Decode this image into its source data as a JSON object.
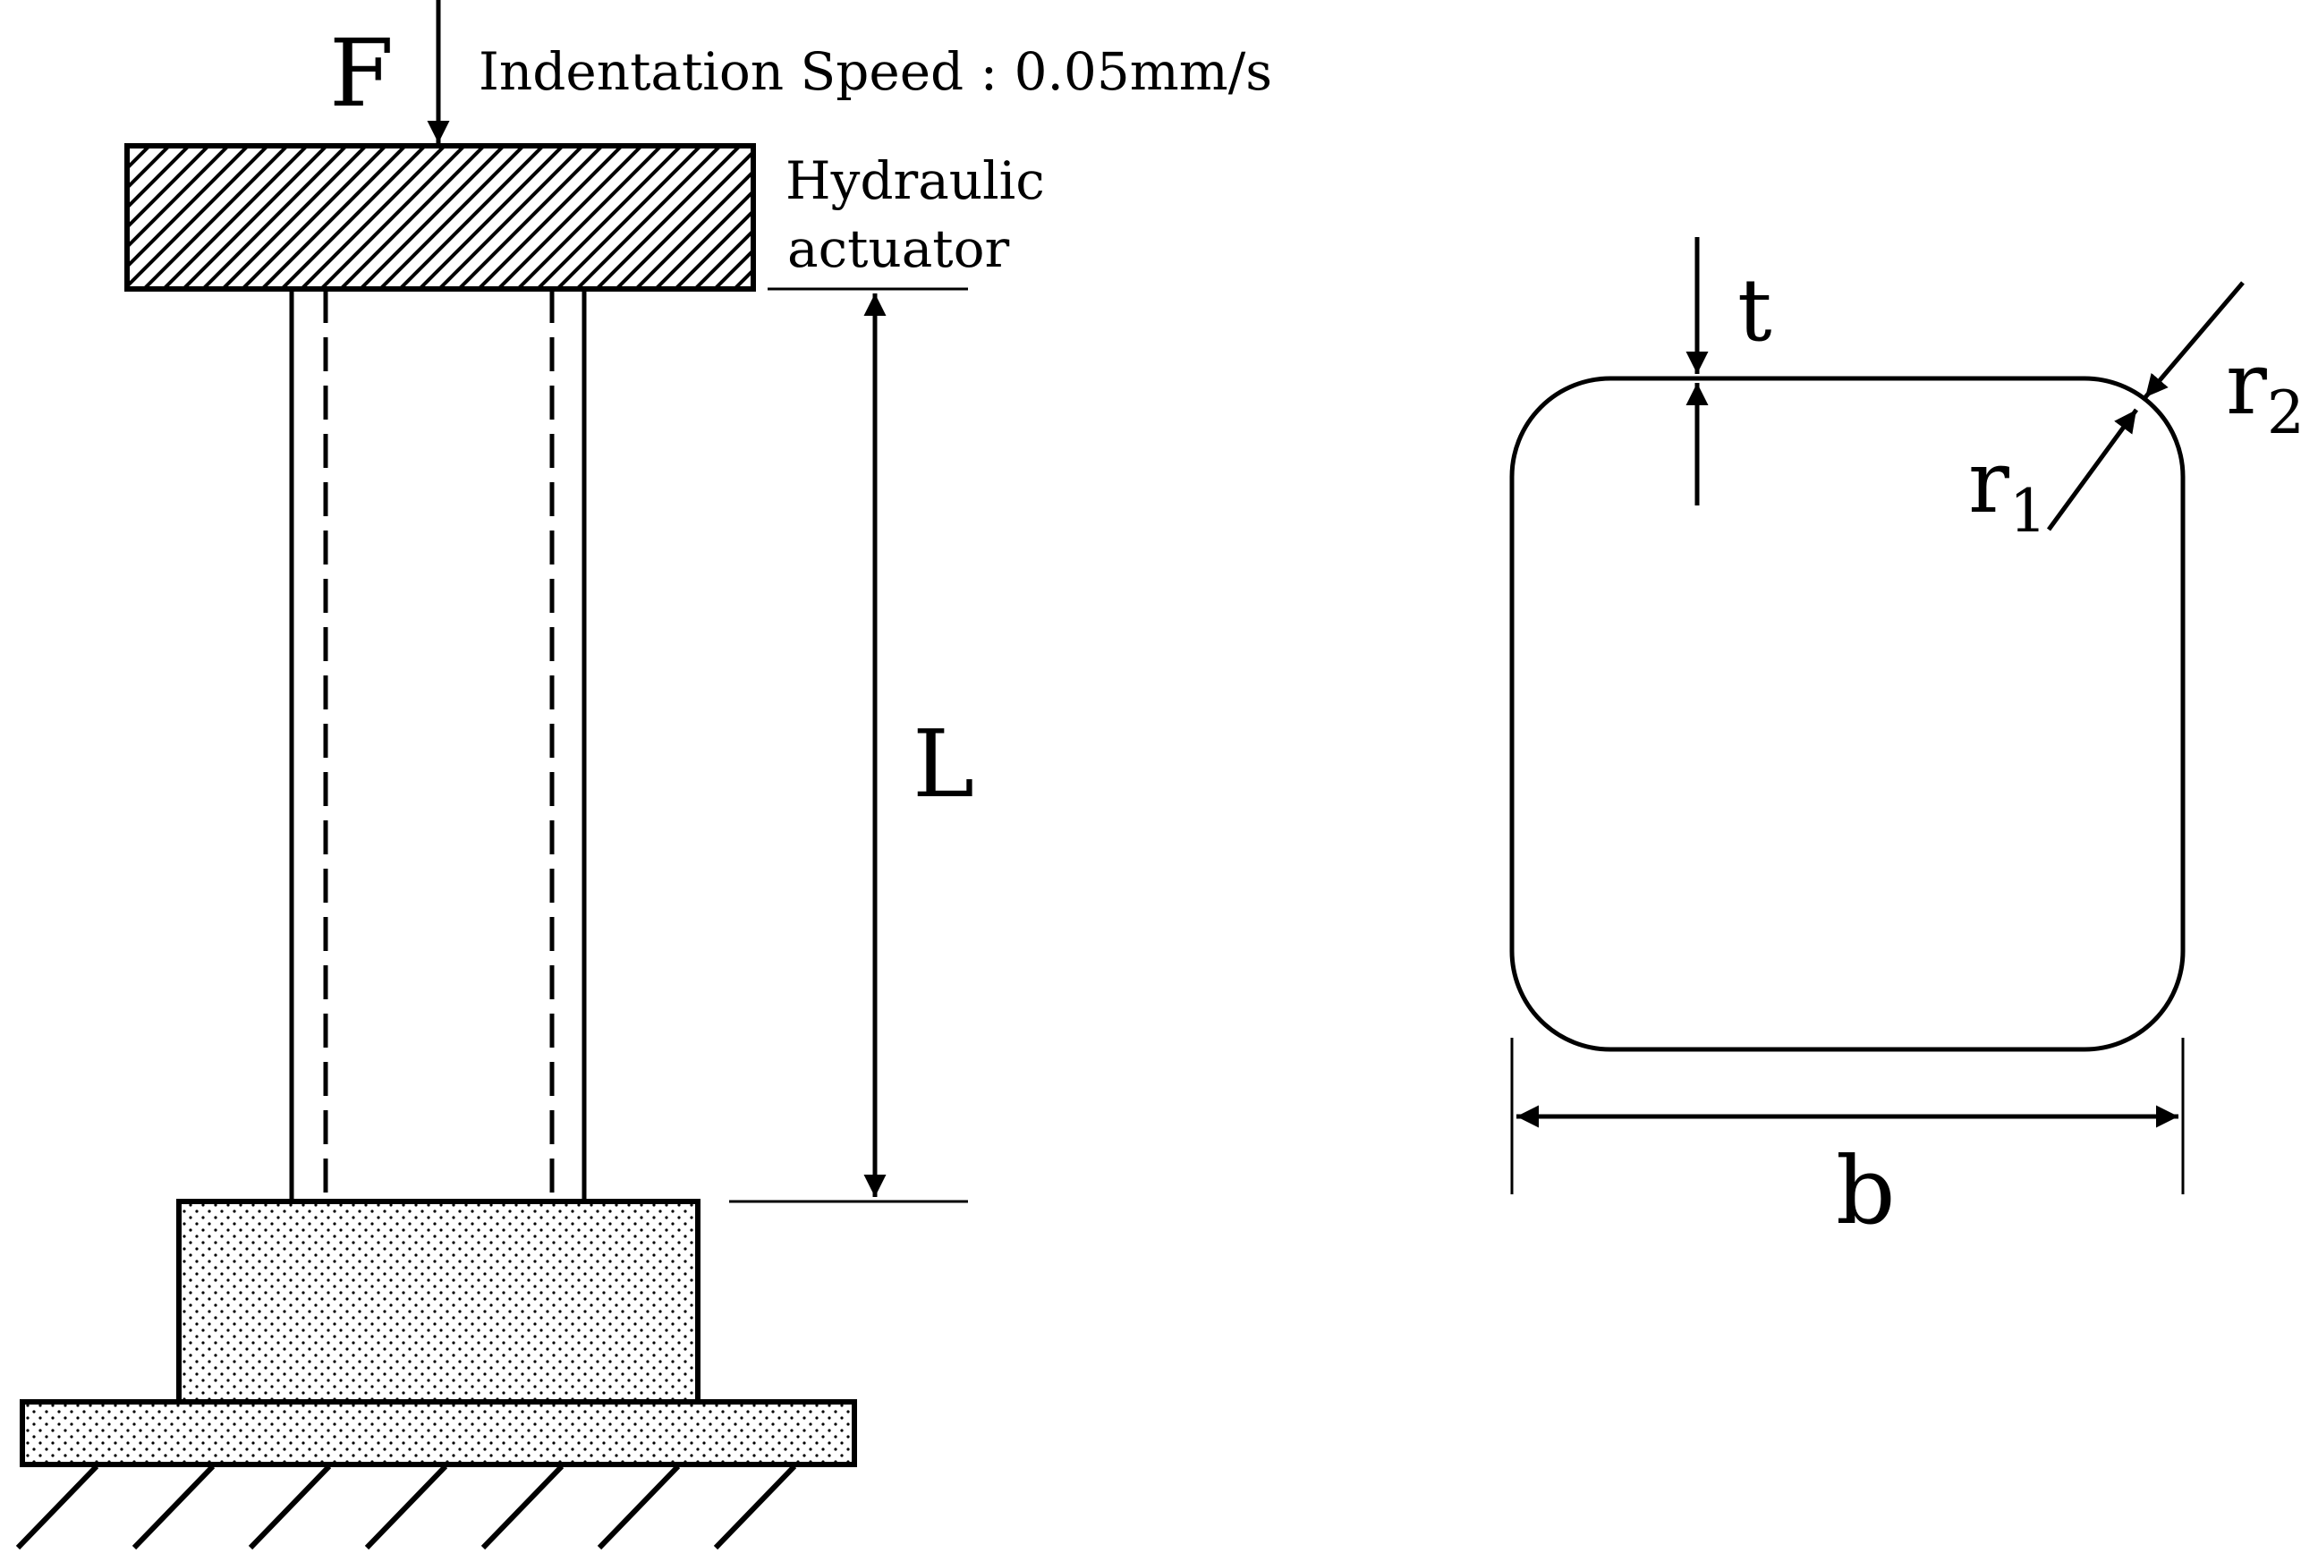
{
  "test_setup": {
    "force_label": "F",
    "speed_label": "Indentation Speed : 0.05mm/s",
    "actuator_label_line1": "Hydraulic",
    "actuator_label_line2": "actuator",
    "length_label": "L"
  },
  "cross_section": {
    "thickness_label": "t",
    "r1_main": "r",
    "r1_sub": "1",
    "r2_main": "r",
    "r2_sub": "2",
    "width_label": "b"
  }
}
